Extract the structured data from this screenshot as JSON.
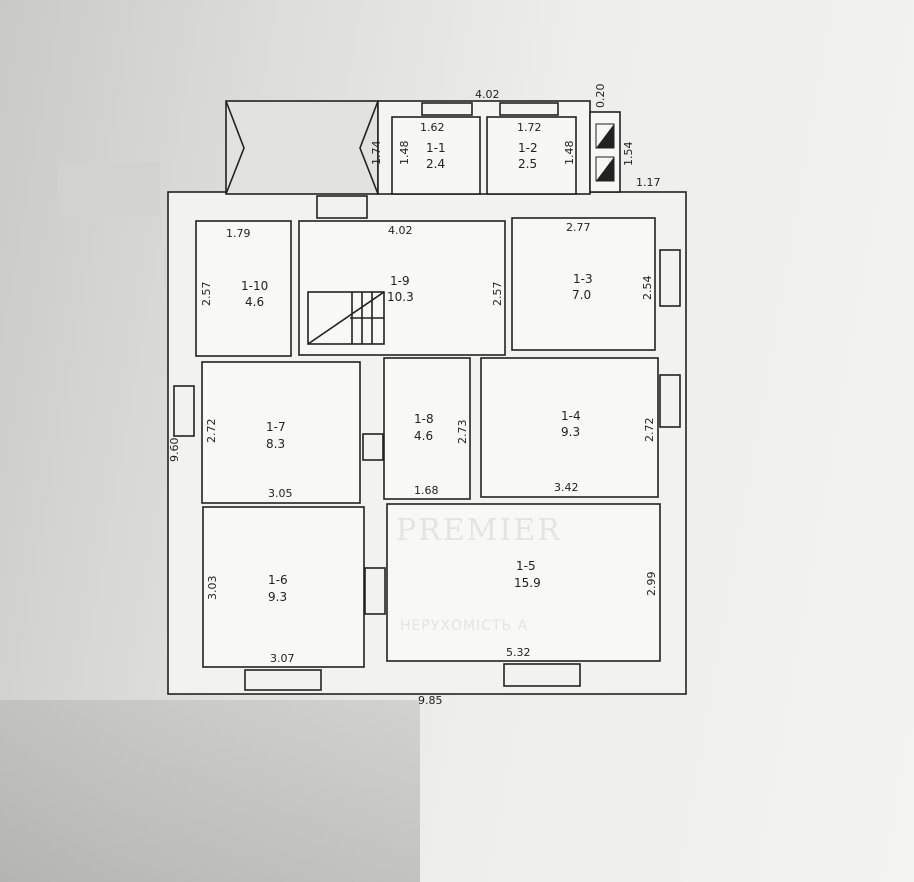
{
  "plan": {
    "overall": {
      "width": "9.85",
      "height": "9.60",
      "annex_width": "4.02",
      "annex_offset": "0.20",
      "chimney_height": "1.54",
      "chimney_offset": "1.17",
      "porch_depth": "1.74"
    },
    "rooms": [
      {
        "id": "1-1",
        "area": "2.4",
        "dims": [
          "1.62",
          "1.48"
        ]
      },
      {
        "id": "1-2",
        "area": "2.5",
        "dims": [
          "1.72",
          "1.48"
        ]
      },
      {
        "id": "1-3",
        "area": "7.0",
        "dims": [
          "2.77",
          "2.54"
        ]
      },
      {
        "id": "1-4",
        "area": "9.3",
        "dims": [
          "3.42",
          "2.72"
        ]
      },
      {
        "id": "1-5",
        "area": "15.9",
        "dims": [
          "5.32",
          "2.99"
        ]
      },
      {
        "id": "1-6",
        "area": "9.3",
        "dims": [
          "3.07",
          "3.03"
        ]
      },
      {
        "id": "1-7",
        "area": "8.3",
        "dims": [
          "3.05",
          "2.72"
        ]
      },
      {
        "id": "1-8",
        "area": "4.6",
        "dims": [
          "1.68",
          "2.73"
        ]
      },
      {
        "id": "1-9",
        "area": "10.3",
        "dims": [
          "4.02",
          "2.57"
        ]
      },
      {
        "id": "1-10",
        "area": "4.6",
        "dims": [
          "1.79",
          "2.57"
        ]
      }
    ]
  },
  "watermark": {
    "brand": "PREMIER",
    "subtitle": "НЕРУХОМІСТЬ А"
  }
}
